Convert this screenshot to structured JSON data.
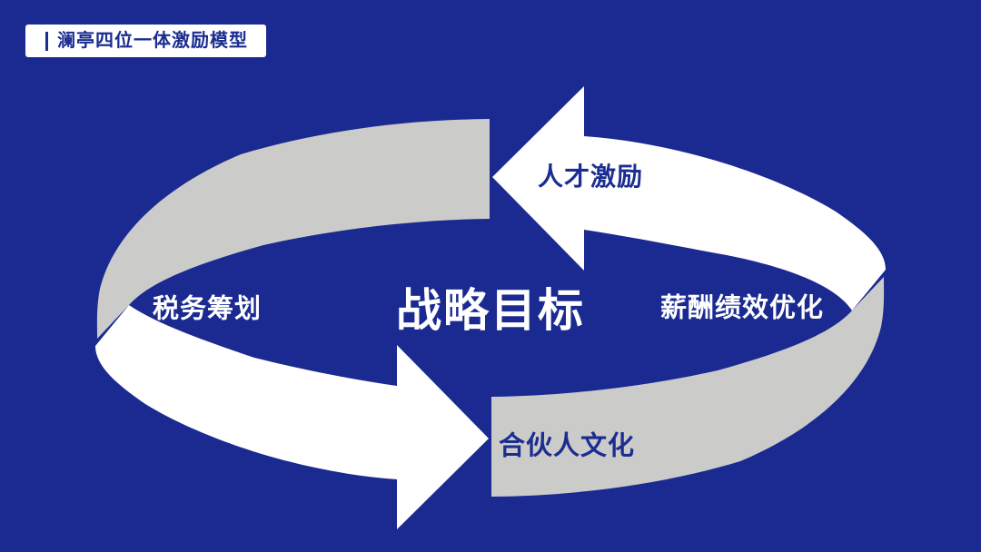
{
  "badge": {
    "label": "澜亭四位一体激励模型"
  },
  "diagram": {
    "type": "cycle",
    "direction": "counterclockwise",
    "center_label": "战略目标",
    "nodes": [
      {
        "position": "top",
        "label": "人才激励",
        "text_color": "#1B2D90",
        "on_surface": "white-ribbon"
      },
      {
        "position": "right",
        "label": "薪酬绩效优化",
        "text_color": "#FFFFFF",
        "on_surface": "background"
      },
      {
        "position": "bottom",
        "label": "合伙人文化",
        "text_color": "#1B2D90",
        "on_surface": "gray-ribbon"
      },
      {
        "position": "left",
        "label": "税务筹划",
        "text_color": "#FFFFFF",
        "on_surface": "background"
      }
    ],
    "colors": {
      "background": "#1B2A91",
      "ribbon_gray": "#CBCBC9",
      "ribbon_white": "#FFFFFF",
      "text_dark_blue": "#1B2D90",
      "text_white": "#FFFFFF"
    }
  }
}
